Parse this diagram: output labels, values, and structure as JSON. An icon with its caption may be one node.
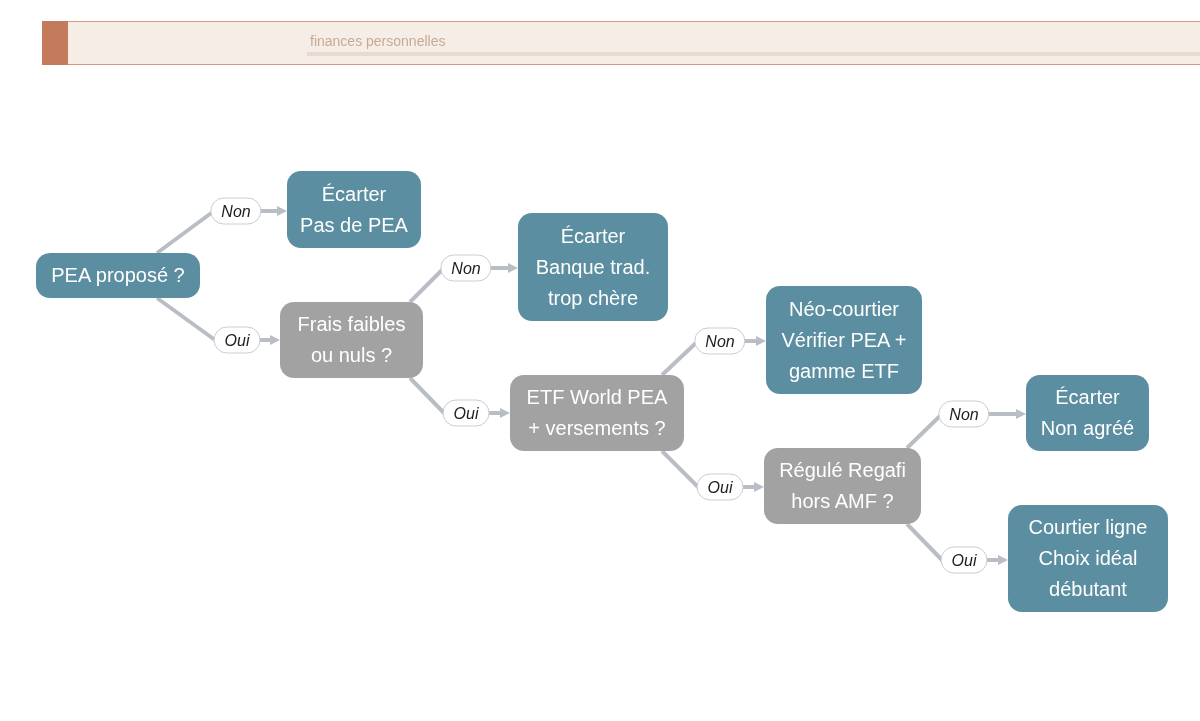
{
  "diagram": {
    "nodes": [
      {
        "text": [
          "PEA proposé ?"
        ]
      },
      {
        "text": [
          "Écarter",
          "Pas de PEA"
        ]
      },
      {
        "text": [
          "Frais faibles ou nuls ?"
        ]
      },
      {
        "text": [
          "Écarter",
          "Banque trad. trop chère"
        ]
      },
      {
        "text": [
          "ETF World PEA + versements ?"
        ]
      },
      {
        "text": [
          "Néo-courtier",
          "Vérifier PEA + gamme ETF"
        ]
      },
      {
        "text": [
          "Régulé Regafi hors AMF ?"
        ]
      },
      {
        "text": [
          "Écarter",
          "Non agréé"
        ]
      },
      {
        "text": [
          "Courtier ligne",
          "Choix idéal débutant"
        ]
      }
    ],
    "edges": [
      {
        "from": 0,
        "to": 1,
        "arrow": "to",
        "label": "Non"
      },
      {
        "from": 0,
        "to": 2,
        "arrow": "to",
        "label": "Oui"
      },
      {
        "from": 2,
        "to": 3,
        "arrow": "to",
        "label": "Non"
      },
      {
        "from": 2,
        "to": 4,
        "arrow": "to",
        "label": "Oui"
      },
      {
        "from": 4,
        "to": 5,
        "arrow": "to",
        "label": "Non"
      },
      {
        "from": 4,
        "to": 6,
        "arrow": "to",
        "label": "Oui"
      },
      {
        "from": 6,
        "to": 7,
        "arrow": "to",
        "label": "Non"
      },
      {
        "from": 6,
        "to": 8,
        "arrow": "to",
        "label": "Oui"
      }
    ],
    "labels": [
      "finances personnelles"
    ]
  }
}
